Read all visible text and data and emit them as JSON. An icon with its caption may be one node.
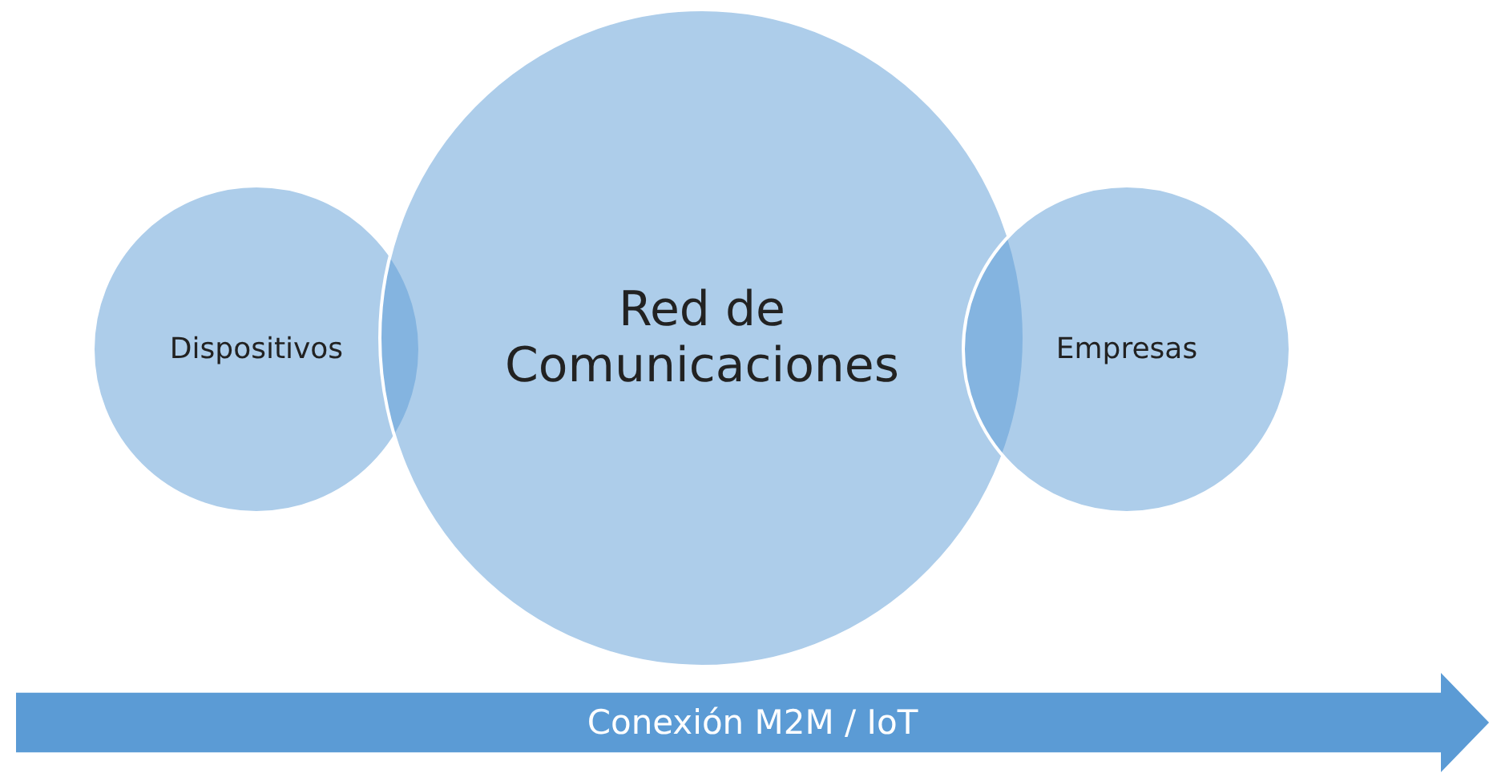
{
  "diagram": {
    "nodes": [
      {
        "text": [
          "Dispositivos"
        ]
      },
      {
        "text": [
          "Red de Comunicaciones"
        ]
      },
      {
        "text": [
          "Empresas"
        ]
      },
      {
        "text": [
          "Conexión M2M / IoT"
        ]
      }
    ],
    "edges": []
  }
}
